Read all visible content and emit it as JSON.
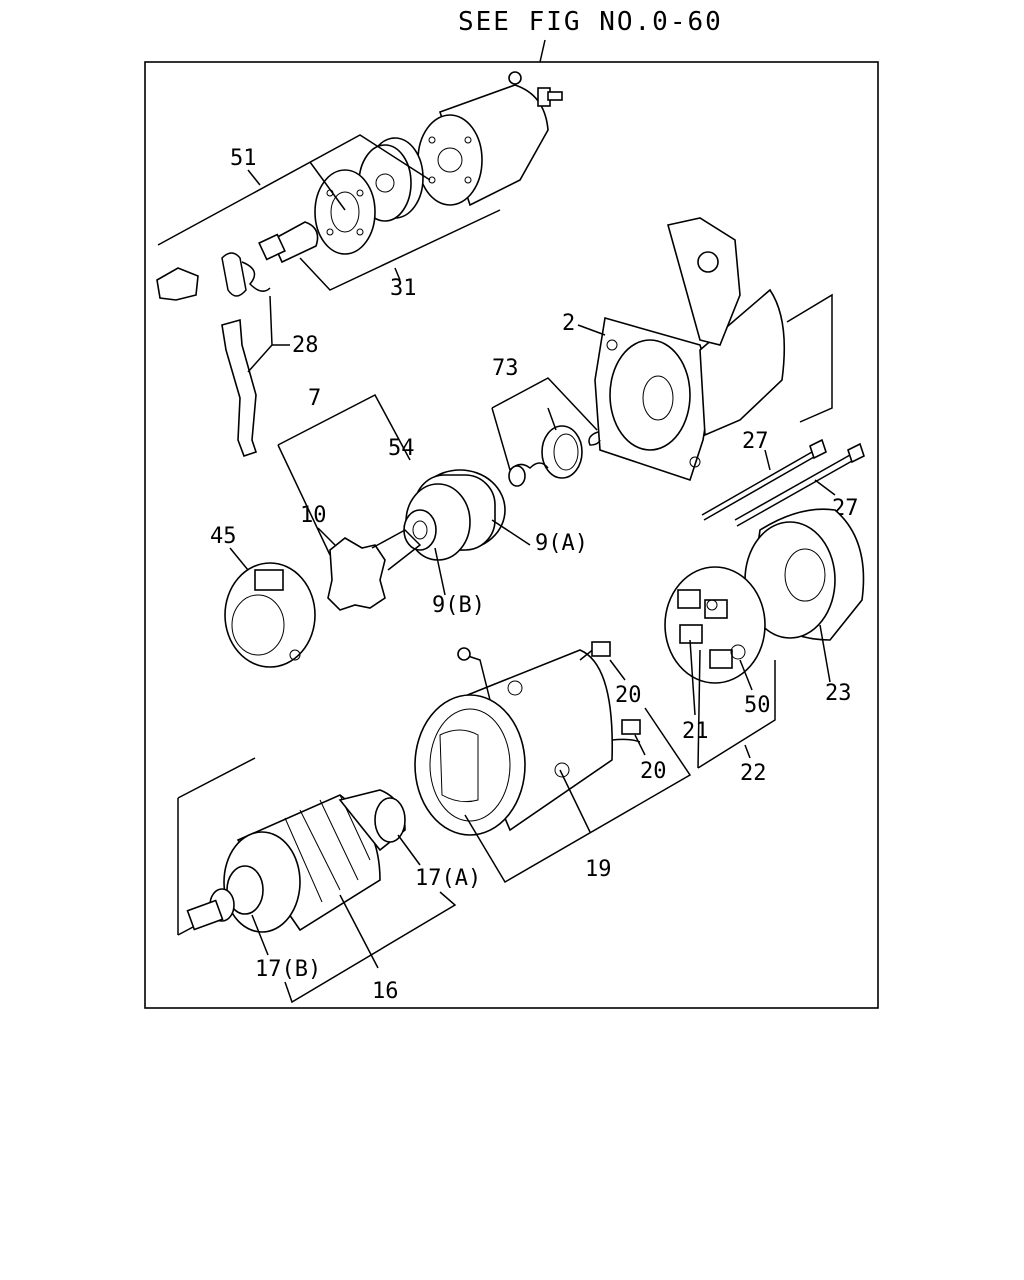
{
  "header": {
    "reference": "SEE FIG NO.0-60"
  },
  "callouts": {
    "c51": "51",
    "c31": "31",
    "c28": "28",
    "c2": "2",
    "c73": "73",
    "c7": "7",
    "c54": "54",
    "c10": "10",
    "c9a": "9(A)",
    "c9b": "9(B)",
    "c45": "45",
    "c27a": "27",
    "c27b": "27",
    "c23": "23",
    "c50": "50",
    "c21": "21",
    "c22": "22",
    "c20a": "20",
    "c20b": "20",
    "c19": "19",
    "c17a": "17(A)",
    "c17b": "17(B)",
    "c16": "16"
  }
}
